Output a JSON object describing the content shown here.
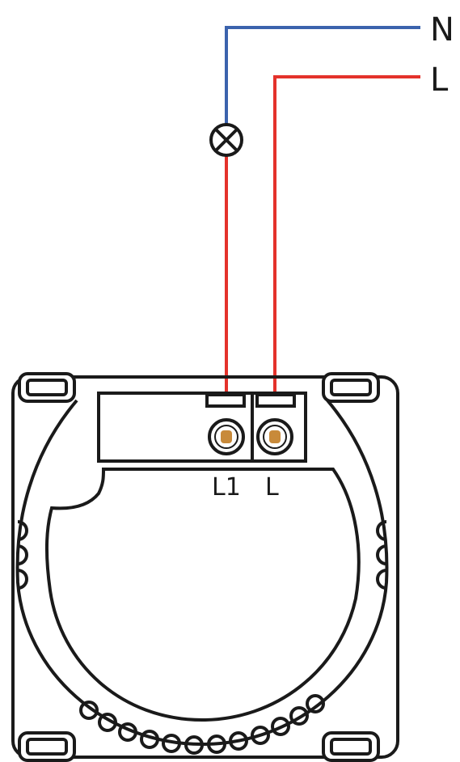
{
  "supply": {
    "neutral_label": "N",
    "live_label": "L"
  },
  "terminals": {
    "l1_label": "L1",
    "l_label": "L"
  },
  "colors": {
    "neutral_wire": "#3b63ad",
    "live_wire": "#e4322b",
    "outline": "#1a1a1a",
    "terminal_screw": "#c88a3a"
  },
  "icons": {
    "lamp": "lamp-icon"
  }
}
